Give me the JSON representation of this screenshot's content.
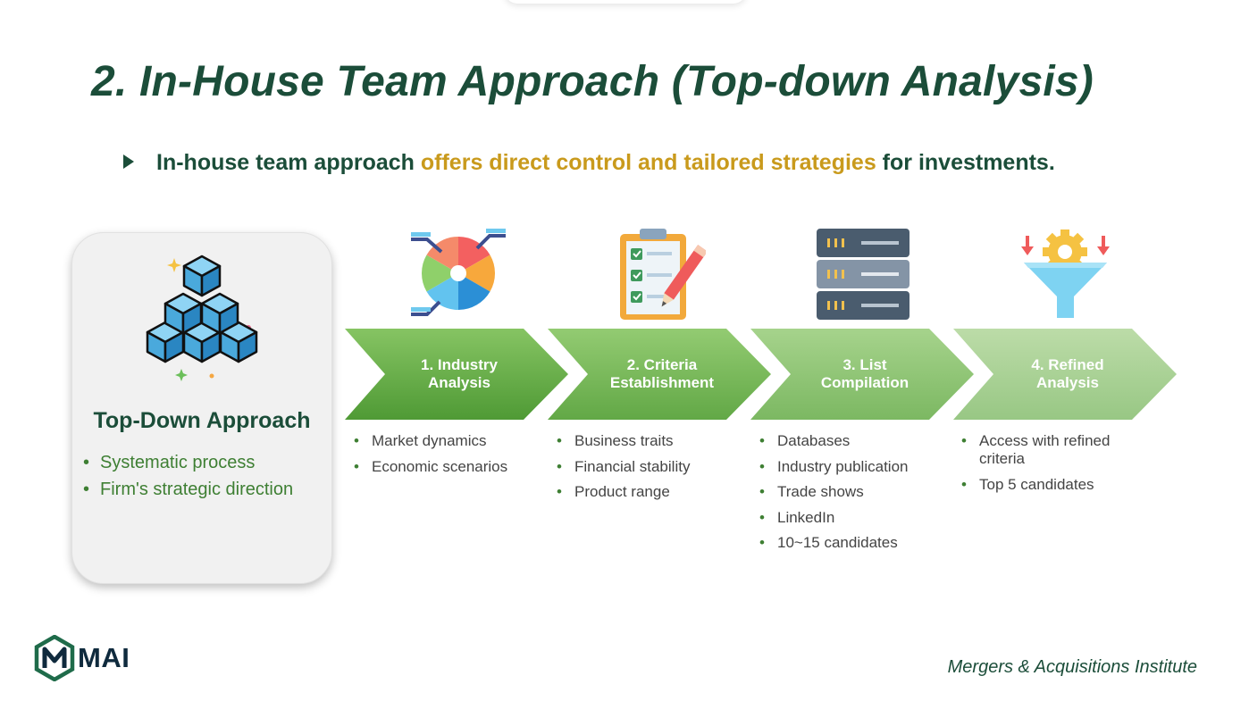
{
  "title": "2. In-House Team Approach (Top-down Analysis)",
  "subtitle": {
    "before": "In-house team approach ",
    "highlight": "offers direct control and tailored strategies",
    "after": " for investments."
  },
  "colors": {
    "title_green": "#1b4d39",
    "highlight_gold": "#c99a1c",
    "bullet_green": "#3e7f33",
    "chevron_greens": [
      "#5fa443",
      "#6fb34f",
      "#8cbf72",
      "#a8cf92"
    ]
  },
  "card": {
    "icon": "stacked-cubes-icon",
    "title": "Top-Down Approach",
    "items": [
      "Systematic process",
      "Firm's strategic direction"
    ]
  },
  "stages": [
    {
      "label": "1. Industry\nAnalysis",
      "icon": "pie-chart-icon",
      "items": [
        "Market dynamics",
        "Economic scenarios"
      ]
    },
    {
      "label": "2. Criteria\nEstablishment",
      "icon": "clipboard-checklist-icon",
      "items": [
        "Business traits",
        "Financial stability",
        "Product range"
      ]
    },
    {
      "label": "3. List\nCompilation",
      "icon": "server-database-icon",
      "items": [
        "Databases",
        "Industry publication",
        "Trade shows",
        "LinkedIn",
        "10~15 candidates"
      ]
    },
    {
      "label": "4. Refined\nAnalysis",
      "icon": "funnel-gear-icon",
      "items": [
        "Access with refined criteria",
        "Top 5 candidates"
      ]
    }
  ],
  "logo": {
    "text": "MAI",
    "icon": "mai-hexagon-logo-icon"
  },
  "footer": "Mergers & Acquisitions Institute"
}
